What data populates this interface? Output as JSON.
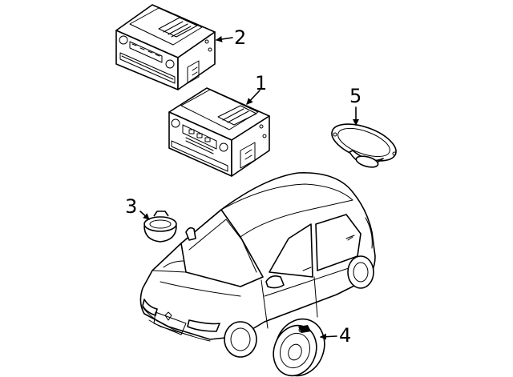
{
  "parts": [
    {
      "callout": "1",
      "item": "radio-receiver"
    },
    {
      "callout": "2",
      "item": "radio-receiver-alt"
    },
    {
      "callout": "3",
      "item": "tweeter-speaker"
    },
    {
      "callout": "4",
      "item": "door-speaker"
    },
    {
      "callout": "5",
      "item": "rear-oval-speaker"
    }
  ],
  "colors": {
    "line": "#000000",
    "background": "#ffffff"
  }
}
